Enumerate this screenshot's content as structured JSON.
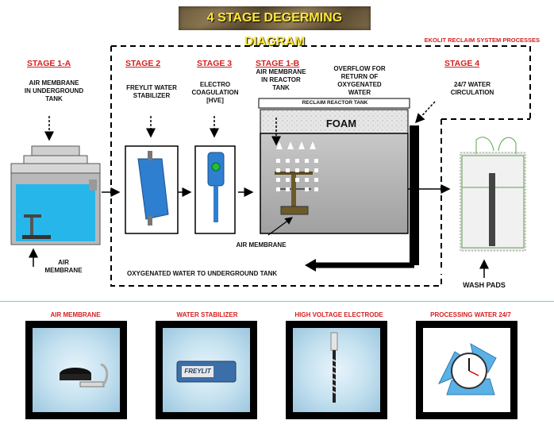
{
  "title": "4 STAGE DEGERMING DIAGRAM",
  "system_label": "EKOLIT RECLAIM SYSTEM PROCESSES",
  "stages": {
    "s1a": {
      "label": "STAGE 1-A",
      "desc": "AIR MEMBRANE\nIN UNDERGROUND\nTANK"
    },
    "s2": {
      "label": "STAGE 2",
      "desc": "FREYLIT WATER\nSTABILIZER"
    },
    "s3": {
      "label": "STAGE 3",
      "desc": "ELECTRO\nCOAGULATION\n[HVE]"
    },
    "s1b": {
      "label": "STAGE 1-B",
      "desc": "AIR MEMBRANE\nIN REACTOR\nTANK"
    },
    "overflow": {
      "desc": "OVERFLOW FOR\nRETURN OF\nOXYGENATED\nWATER"
    },
    "s4": {
      "label": "STAGE 4",
      "desc": "24/7 WATER\nCIRCULATION"
    }
  },
  "reactor": {
    "tank_label": "RECLAIM REACTOR TANK",
    "foam_label": "FOAM",
    "air_membrane_label": "AIR MEMBRANE"
  },
  "underground": {
    "air_membrane_label": "AIR\nMEMBRANE"
  },
  "return_label": "OXYGENATED WATER TO UNDERGROUND TANK",
  "wash_pads_label": "WASH PADS",
  "photos": [
    {
      "title": "AIR MEMBRANE"
    },
    {
      "title": "WATER STABILIZER",
      "device_text": "FREYLIT"
    },
    {
      "title": "HIGH VOLTAGE ELECTRODE"
    },
    {
      "title": "PROCESSING WATER 24/7"
    }
  ],
  "colors": {
    "accent_red": "#d42020",
    "water_blue": "#27b6ea",
    "device_blue": "#2f7fd0",
    "title_yellow": "#ffe93a"
  }
}
